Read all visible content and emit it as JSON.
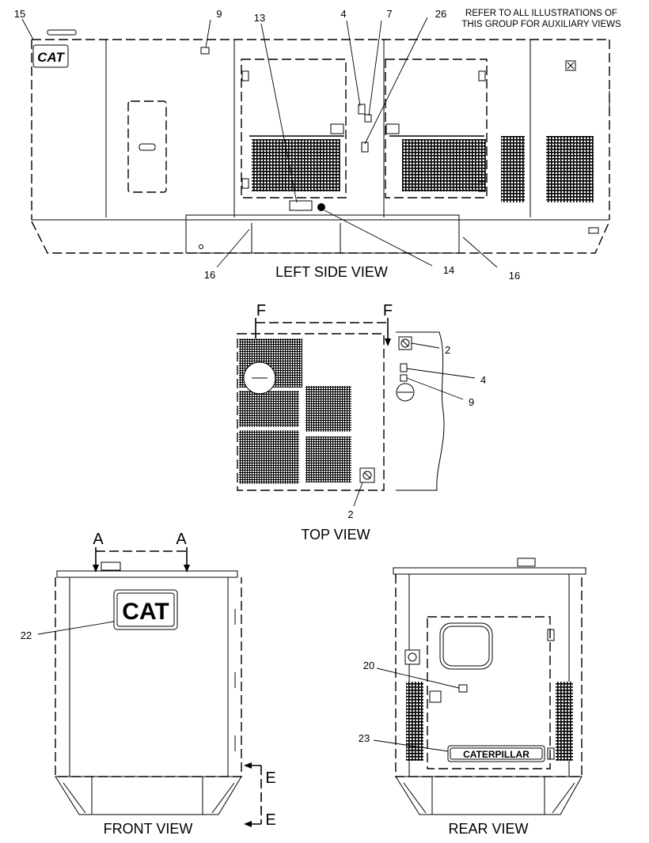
{
  "note": {
    "line1": "REFER TO ALL ILLUSTRATIONS OF",
    "line2": "THIS GROUP FOR AUXILIARY VIEWS"
  },
  "views": {
    "left_side": "LEFT SIDE VIEW",
    "top": "TOP VIEW",
    "front": "FRONT VIEW",
    "rear": "REAR VIEW"
  },
  "section_markers": {
    "f1": "F",
    "f2": "F",
    "a1": "A",
    "a2": "A",
    "e1": "E",
    "e2": "E"
  },
  "logos": {
    "cat_small": "CAT",
    "cat_front": "CAT",
    "caterpillar": "CATERPILLAR"
  },
  "callouts": {
    "side_15": "15",
    "side_9": "9",
    "side_13": "13",
    "side_4": "4",
    "side_7": "7",
    "side_26": "26",
    "side_16_left": "16",
    "side_14": "14",
    "side_16_right": "16",
    "top_2_upper": "2",
    "top_4": "4",
    "top_9": "9",
    "top_2_lower": "2",
    "front_22": "22",
    "rear_20": "20",
    "rear_23": "23"
  }
}
